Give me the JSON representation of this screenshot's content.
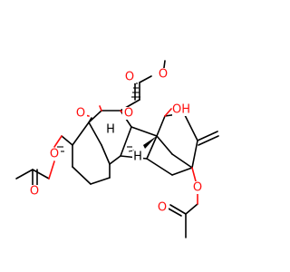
{
  "structure": {
    "atom_labels": {
      "o_ester_carbonyl": "O",
      "o_ester_single": "O",
      "o_hydroxyl": "OH",
      "o_lactone_carbonyl": "O",
      "o_bridge": "O",
      "o_acetoxy_left": "O",
      "o_acetyl_left_carbonyl": "O",
      "o_acetoxy_right": "O",
      "o_acetyl_right_carbonyl": "O",
      "h_stereo_top": "H",
      "h_stereo_bottom": "H"
    },
    "colors": {
      "carbon_bond": "#000000",
      "oxygen": "#ff0d0d",
      "background": "#ffffff"
    }
  }
}
